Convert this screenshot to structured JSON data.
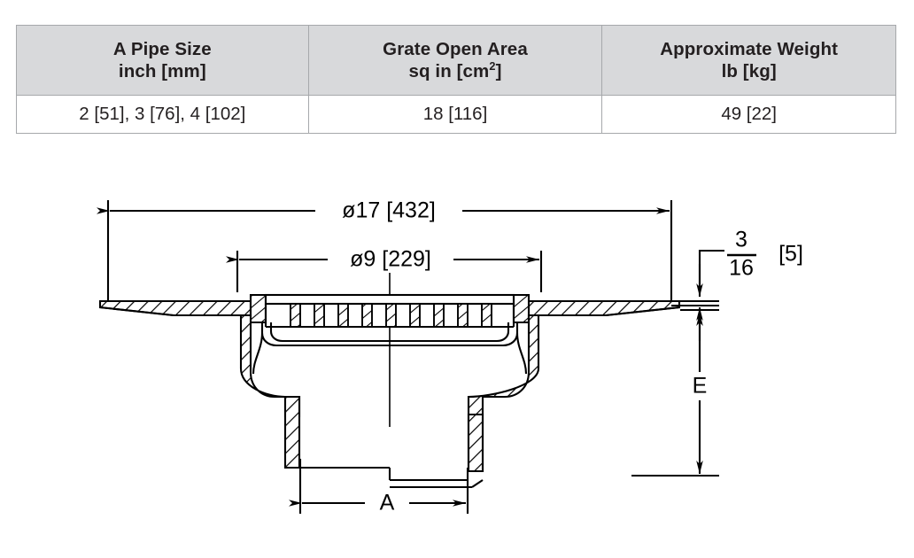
{
  "table": {
    "name": "drain-specification-table",
    "columns": [
      {
        "header_line1": "A Pipe Size",
        "header_line2": "inch [mm]",
        "value": "2 [51], 3 [76], 4 [102]"
      },
      {
        "header_line1": "Grate Open Area",
        "header_line2_pre": "sq in [cm",
        "header_line2_sup": "2",
        "header_line2_post": "]",
        "value": "18 [116]"
      },
      {
        "header_line1": "Approximate Weight",
        "header_line2": "lb [kg]",
        "value": "49 [22]"
      }
    ],
    "header_bg": "#d8d9db",
    "border_color": "#a6a8ab",
    "text_color": "#231f20"
  },
  "drawing": {
    "name": "floor-drain-cross-section",
    "dimensions": {
      "overall_diameter": "ø17  [432]",
      "grate_diameter": "ø9  [229]",
      "flange_thickness_whole": "",
      "flange_thickness_num": "3",
      "flange_thickness_den": "16",
      "flange_thickness_metric": "[5]",
      "height_label": "E",
      "outlet_label": "A"
    },
    "line_color": "#000000"
  }
}
